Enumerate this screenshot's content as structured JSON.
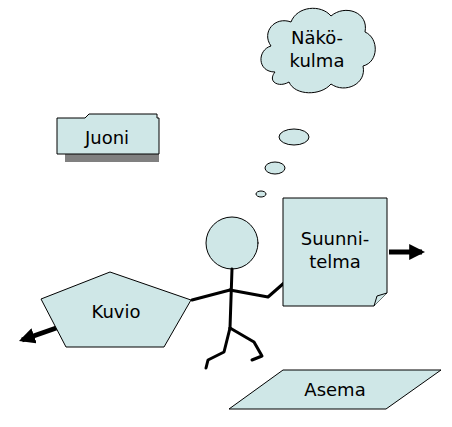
{
  "diagram": {
    "nodes": [
      {
        "text": [
          "Näkö- kulma"
        ]
      },
      {
        "text": [
          "Juoni"
        ]
      },
      {
        "text": [
          "Suunni- telma"
        ]
      },
      {
        "text": [
          "Kuvio"
        ]
      },
      {
        "text": [
          "Asema"
        ]
      }
    ]
  }
}
